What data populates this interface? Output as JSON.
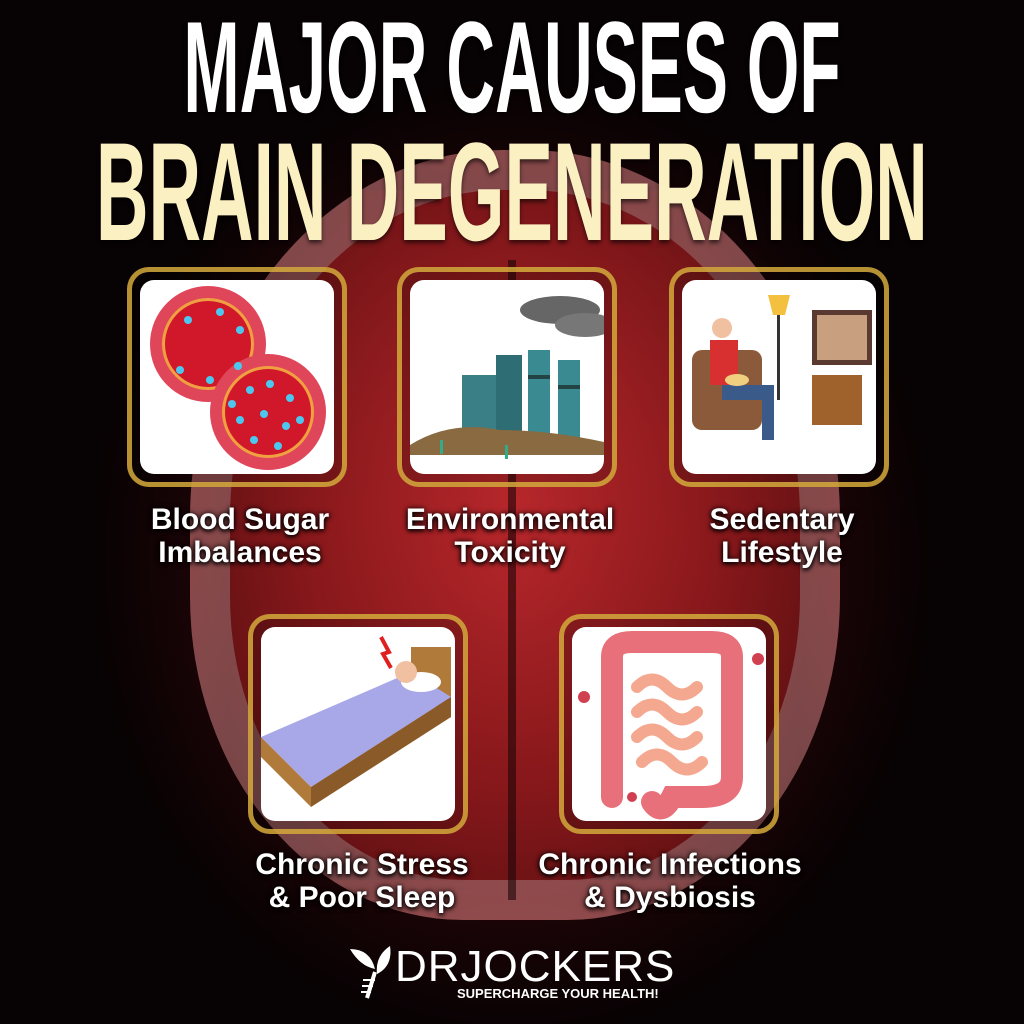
{
  "title": {
    "line1": "MAJOR CAUSES OF",
    "line2": "BRAIN DEGENERATION"
  },
  "colors": {
    "title_line1": "#ffffff",
    "title_line2": "#fbf0c2",
    "frame": "#d6aa3c",
    "background": "#5a0d10"
  },
  "causes": [
    {
      "label": "Blood Sugar Imbalances",
      "icon": "blood-vessel-glucose-icon"
    },
    {
      "label": "Environmental Toxicity",
      "icon": "factory-pollution-icon"
    },
    {
      "label": "Sedentary Lifestyle",
      "icon": "couch-tv-icon"
    },
    {
      "label": "Chronic Stress & Poor Sleep",
      "icon": "bed-headache-icon"
    },
    {
      "label": "Chronic Infections & Dysbiosis",
      "icon": "intestine-bacteria-icon"
    }
  ],
  "labels": {
    "c0a": "Blood Sugar",
    "c0b": "Imbalances",
    "c1a": "Environmental",
    "c1b": "Toxicity",
    "c2a": "Sedentary",
    "c2b": "Lifestyle",
    "c3a": "Chronic Stress",
    "c3b": "& Poor Sleep",
    "c4a": "Chronic Infections",
    "c4b": "& Dysbiosis"
  },
  "logo": {
    "name": "DRJOCKERS",
    "tagline": "SUPERCHARGE YOUR HEALTH!"
  }
}
